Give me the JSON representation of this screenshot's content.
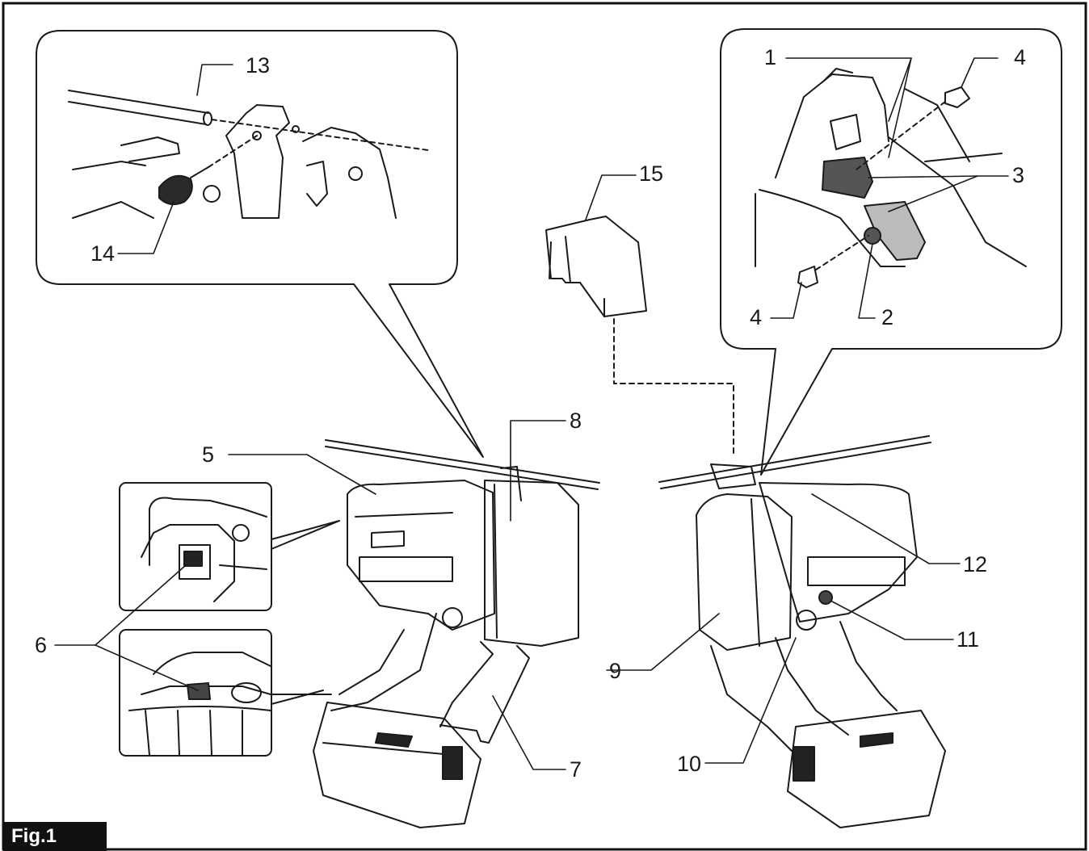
{
  "figure_label": "Fig.1",
  "callouts": {
    "c1": "1",
    "c2": "2",
    "c3": "3",
    "c4a": "4",
    "c4b": "4",
    "c5": "5",
    "c6": "6",
    "c7": "7",
    "c8": "8",
    "c9": "9",
    "c10": "10",
    "c11": "11",
    "c12": "12",
    "c13": "13",
    "c14": "14",
    "c15": "15"
  }
}
